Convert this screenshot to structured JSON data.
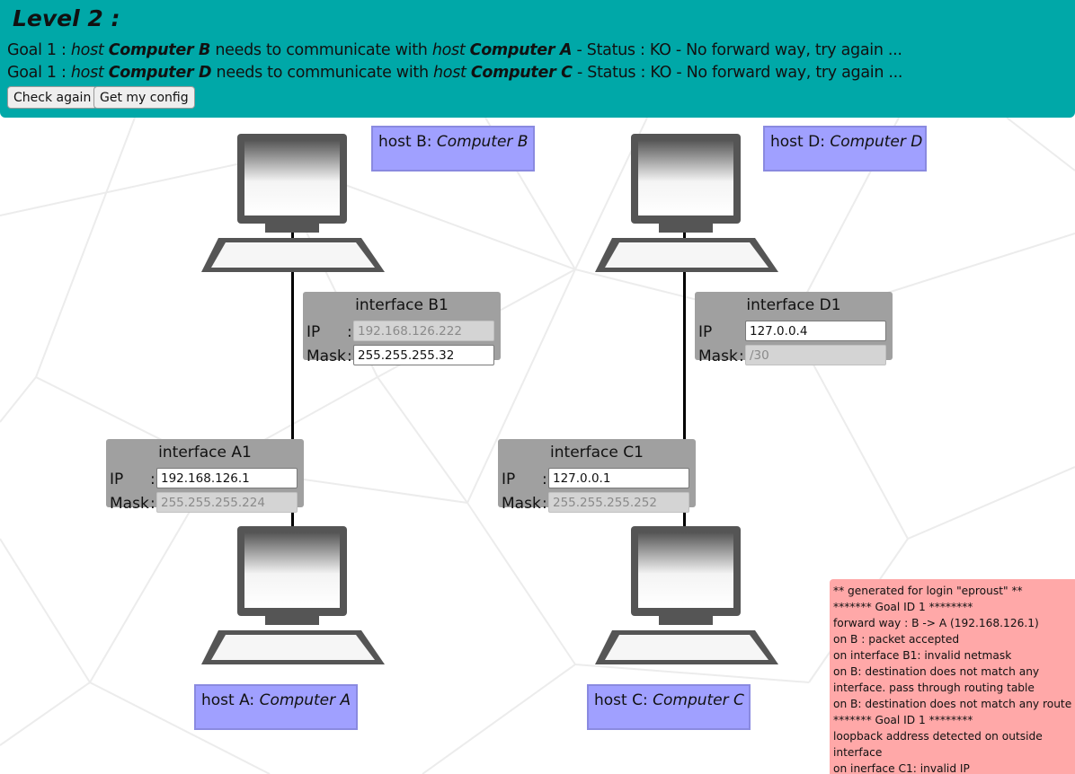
{
  "header": {
    "title": "Level 2 :",
    "goals": [
      {
        "prefix": "Goal 1 : ",
        "src_type": "host",
        "src_name": "Computer B",
        "middle": " needs to communicate with ",
        "dst_type": "host",
        "dst_name": "Computer A",
        "status": " - Status : KO - No forward way, try again ..."
      },
      {
        "prefix": "Goal 1 : ",
        "src_type": "host",
        "src_name": "Computer D",
        "middle": " needs to communicate with ",
        "dst_type": "host",
        "dst_name": "Computer C",
        "status": " - Status : KO - No forward way, try again ..."
      }
    ],
    "buttons": {
      "check_again": "Check again",
      "get_config": "Get my config"
    }
  },
  "hosts": {
    "A": {
      "prefix": "host A: ",
      "name": "Computer A"
    },
    "B": {
      "prefix": "host B: ",
      "name": "Computer B"
    },
    "C": {
      "prefix": "host C: ",
      "name": "Computer C"
    },
    "D": {
      "prefix": "host D: ",
      "name": "Computer D"
    }
  },
  "interfaces": {
    "labels": {
      "ip": "IP",
      "mask": "Mask",
      "colon": ":"
    },
    "B1": {
      "title": "interface B1",
      "ip": "192.168.126.222",
      "ip_editable": false,
      "mask": "255.255.255.32",
      "mask_editable": true
    },
    "A1": {
      "title": "interface A1",
      "ip": "192.168.126.1",
      "ip_editable": true,
      "mask": "255.255.255.224",
      "mask_editable": false
    },
    "D1": {
      "title": "interface D1",
      "ip": "127.0.0.4",
      "ip_editable": true,
      "mask": "/30",
      "mask_editable": false
    },
    "C1": {
      "title": "interface C1",
      "ip": "127.0.0.1",
      "ip_editable": true,
      "mask": "255.255.255.252",
      "mask_editable": false
    }
  },
  "log": {
    "lines": [
      "** generated for login \"eproust\" **",
      "******* Goal ID 1 ********",
      "forward way : B -> A (192.168.126.1)",
      "on B : packet accepted",
      "on interface B1: invalid netmask",
      "on B: destination does not match any",
      "interface. pass through routing table",
      "on B: destination does not match any route",
      "******* Goal ID 1 ********",
      "loopback address detected on outside",
      "interface",
      "on inerface C1: invalid IP"
    ]
  },
  "colors": {
    "header_bg": "#00a8a8",
    "host_label_bg": "#a0a0ff",
    "interface_bg": "#a0a0a0",
    "log_bg": "#ffa8a8",
    "disabled_input_bg": "#d4d4d4"
  },
  "icons": {
    "computer": "computer-icon"
  }
}
